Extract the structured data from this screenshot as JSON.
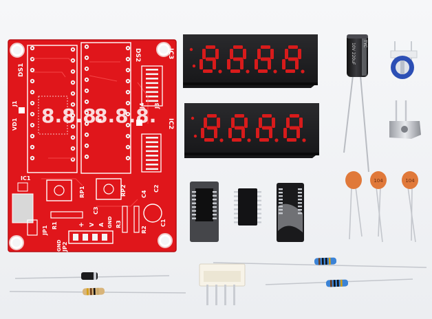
{
  "pcb": {
    "labels": {
      "ds1": "DS1",
      "ds2": "DS2",
      "ic3": "IC3",
      "ic2": "IC2",
      "j1": "J1",
      "j3": "J3",
      "j4": "J4",
      "vd1": "VD1",
      "ic1": "IC1",
      "rp1": "RP1",
      "rp2": "RP2",
      "c1": "C1",
      "c2": "C2",
      "c3": "C3",
      "c4": "C4",
      "r1": "R1",
      "r2": "R2",
      "r3": "R3",
      "jp1": "JP1",
      "jp2": "JP2",
      "gnd_left": "GND",
      "gnd_right": "GND",
      "plus": "+",
      "v": "V",
      "a": "A"
    },
    "colors": {
      "board": "#e0161b",
      "silk": "#ffffff",
      "copper": "#f2f2f2"
    }
  },
  "displays": {
    "digit_text": "8.8.8.8",
    "segment_color": "#d81b1b",
    "body_color": "#1c1c1e"
  },
  "capacitor": {
    "marking": "10V 220uF",
    "vendor": "TYC"
  },
  "ceramic_caps": [
    "",
    "104",
    "104"
  ],
  "icons": [
    "pcb-board-icon",
    "seven-segment-display-icon",
    "electrolytic-capacitor-icon",
    "potentiometer-icon",
    "voltage-regulator-icon",
    "ic-chip-icon",
    "ceramic-capacitor-icon",
    "diode-icon",
    "resistor-icon",
    "connector-icon"
  ]
}
